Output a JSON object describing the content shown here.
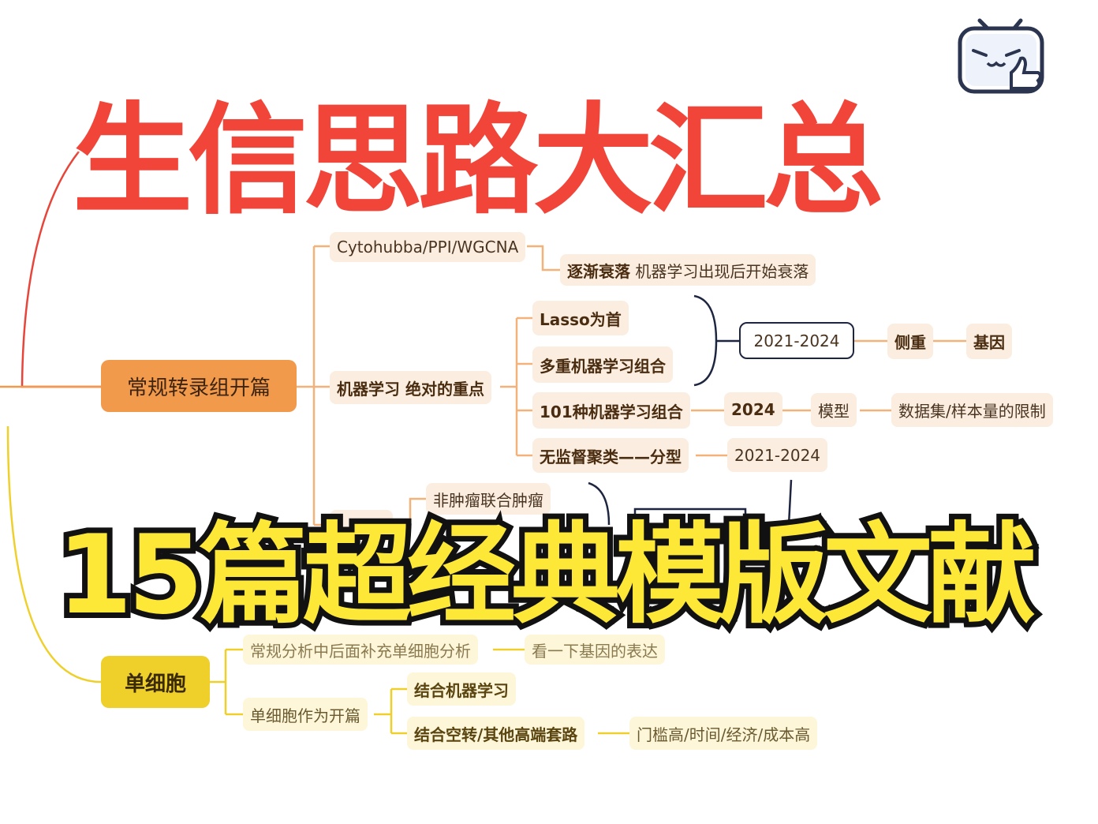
{
  "title": "生信思路大汇总",
  "subtitle": "15篇超经典模版文献",
  "colors": {
    "title": "#f2453a",
    "subtitle": "#fde737",
    "branch_orange": "#f29a4c",
    "branch_yellow": "#efcf2a",
    "node_bg": "#fbeee0"
  },
  "mascot_icon": "tv-mascot-thumbs-up-icon",
  "nodes": {
    "transcriptome": "常规转录组开篇",
    "cytohubba": "Cytohubba/PPI/WGCNA",
    "decline_bold": "逐渐衰落",
    "decline_text": "机器学习出现后开始衰落",
    "ml": "机器学习 绝对的重点",
    "lasso": "Lasso为首",
    "multi_ml": "多重机器学习组合",
    "ml101": "101种机器学习组合",
    "unsup": "无监督聚类——分型",
    "years_a": "2021-2024",
    "focus": "侧重",
    "gene": "基因",
    "year_2024": "2024",
    "model": "模型",
    "limit": "数据集/样本量的限制",
    "years_b": "2021-2024",
    "nontumor": "非肿瘤联合肿瘤",
    "singlecell": "单细胞",
    "sc_supp": "常规分析中后面补充单细胞分析",
    "sc_expr": "看一下基因的表达",
    "sc_open": "单细胞作为开篇",
    "sc_ml": "结合机器学习",
    "sc_spatial": "结合空转/其他高端套路",
    "sc_cost": "门槛高/时间/经济/成本高"
  }
}
